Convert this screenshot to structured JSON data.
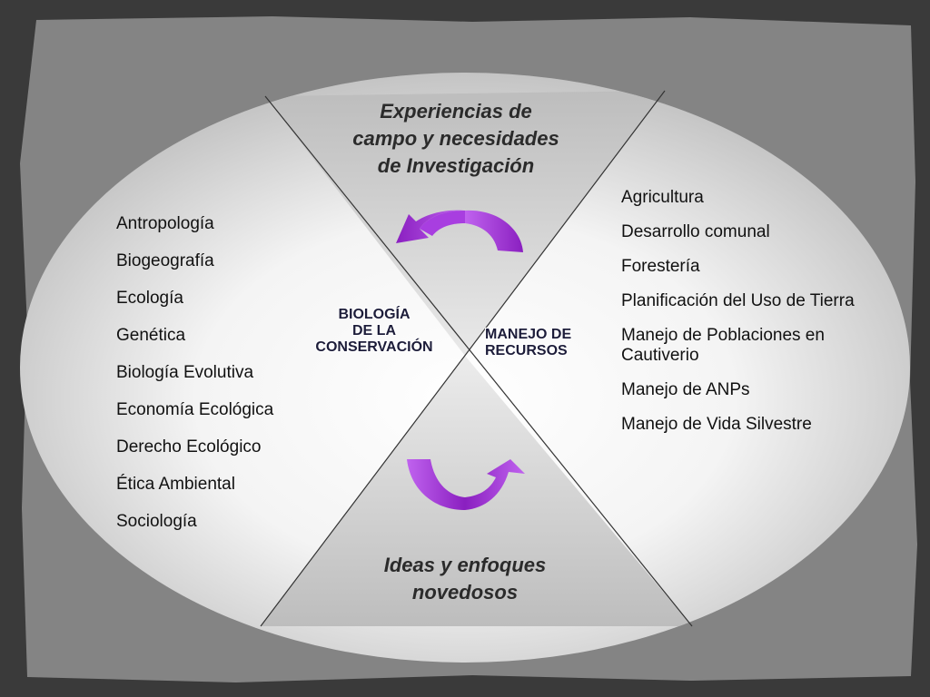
{
  "diagram": {
    "top_heading": [
      "Experiencias de",
      "campo y necesidades",
      "de Investigación"
    ],
    "bottom_heading": [
      "Ideas y enfoques",
      "novedosos"
    ],
    "left_center_label": [
      "BIOLOGÍA",
      "DE LA",
      "CONSERVACIÓN"
    ],
    "right_center_label": [
      "MANEJO DE",
      "RECURSOS"
    ],
    "left_list": [
      "Antropología",
      "Biogeografía",
      "Ecología",
      "Genética",
      "Biología Evolutiva",
      "Economía Ecológica",
      "Derecho Ecológico",
      "Ética Ambiental",
      "Sociología"
    ],
    "right_list": [
      "Agricultura",
      "Desarrollo comunal",
      "Forestería",
      "Planificación del Uso de Tierra",
      "Manejo de Poblaciones en Cautiverio",
      "Manejo de ANPs",
      "Manejo de Vida Silvestre"
    ],
    "colors": {
      "arrow": "#8a1fc0",
      "arrow_light": "#c063ef",
      "panel": "#828282",
      "frame": "#3a3a3a"
    },
    "icons": [
      "cycle-arrow-top-icon",
      "cycle-arrow-bottom-icon"
    ]
  }
}
